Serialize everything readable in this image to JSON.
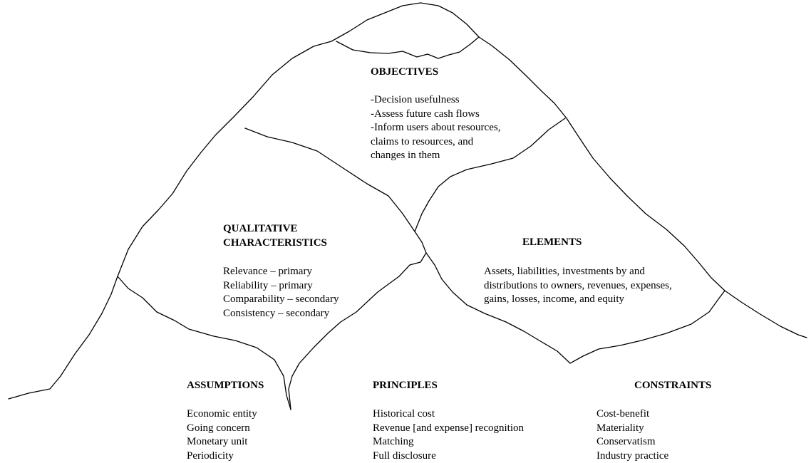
{
  "objectives": {
    "title": "OBJECTIVES",
    "items": [
      "-Decision usefulness",
      "-Assess future cash flows",
      "-Inform users about resources,",
      "claims to resources, and",
      "changes in them"
    ]
  },
  "qualitative": {
    "title_line1": "QUALITATIVE",
    "title_line2": "CHARACTERISTICS",
    "items": [
      "Relevance – primary",
      "Reliability – primary",
      "Comparability – secondary",
      "Consistency – secondary"
    ]
  },
  "elements": {
    "title": "ELEMENTS",
    "lines": [
      "Assets, liabilities, investments by and",
      "distributions to owners, revenues, expenses,",
      "gains, losses, income, and equity"
    ]
  },
  "assumptions": {
    "title": "ASSUMPTIONS",
    "items": [
      "Economic entity",
      "Going concern",
      "Monetary unit",
      "Periodicity"
    ]
  },
  "principles": {
    "title": "PRINCIPLES",
    "items": [
      "Historical cost",
      "Revenue [and expense] recognition",
      "Matching",
      "Full disclosure"
    ]
  },
  "constraints": {
    "title": "CONSTRAINTS",
    "items": [
      "Cost-benefit",
      "Materiality",
      "Conservatism",
      "Industry practice"
    ]
  }
}
